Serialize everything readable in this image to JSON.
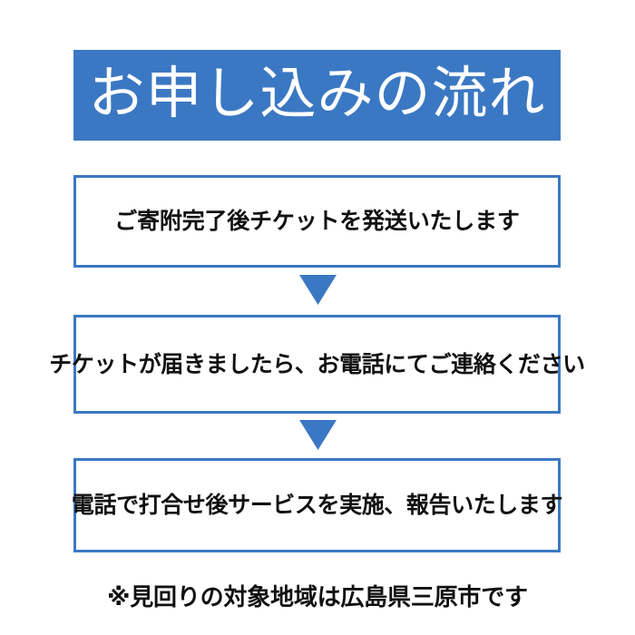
{
  "page": {
    "background_color": "#ffffff",
    "accent_color": "#3b78c3",
    "text_color": "#111111",
    "header_text_color": "#ffffff"
  },
  "header": {
    "title": "お申し込みの流れ"
  },
  "flow": {
    "steps": [
      {
        "label": "ご寄附完了後チケットを発送いたします"
      },
      {
        "label": "チケットが届きましたら、お電話にてご連絡ください"
      },
      {
        "label": "電話で打合せ後サービスを実施、報告いたします"
      }
    ],
    "connectors": [
      {
        "icon": "arrow-down-triangle-icon"
      },
      {
        "icon": "arrow-down-triangle-icon"
      }
    ]
  },
  "footer": {
    "note": "※見回りの対象地域は広島県三原市です"
  }
}
